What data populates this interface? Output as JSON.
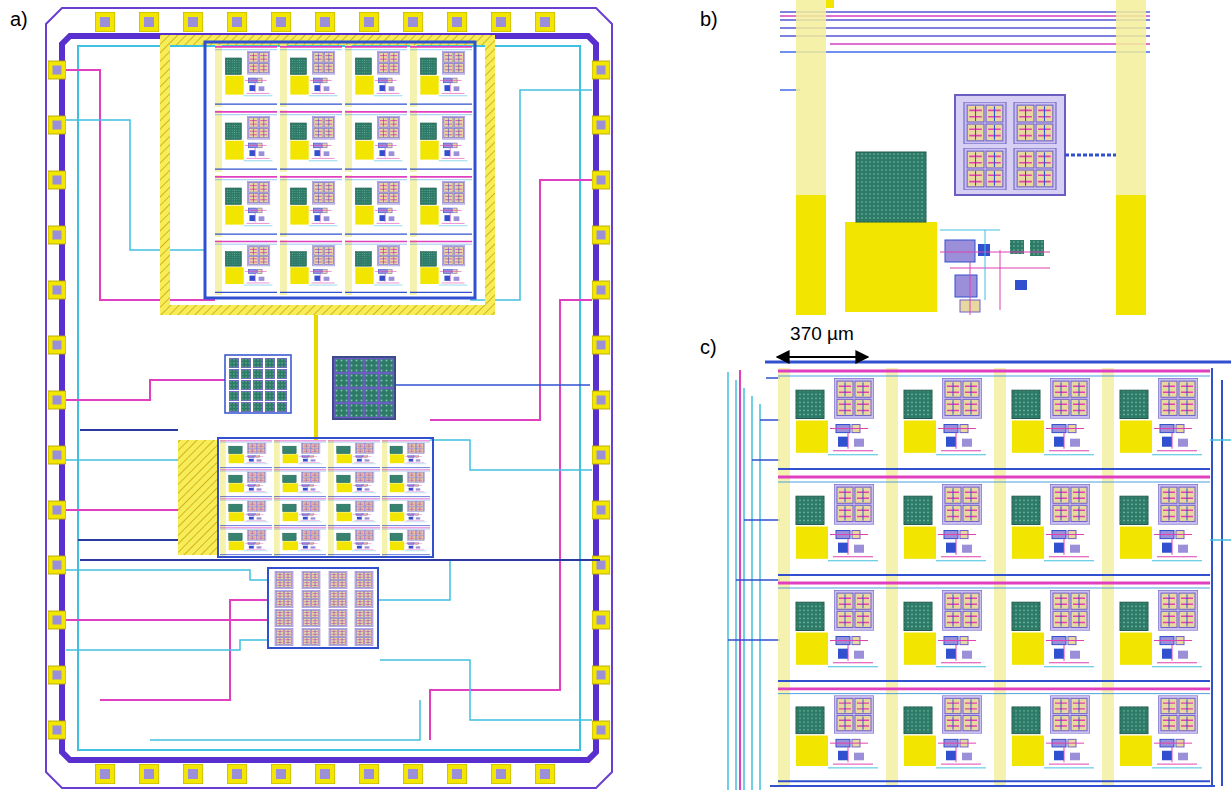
{
  "diagram": {
    "labels": [
      "a)",
      "b)",
      "c)",
      "370 µm"
    ]
  }
}
